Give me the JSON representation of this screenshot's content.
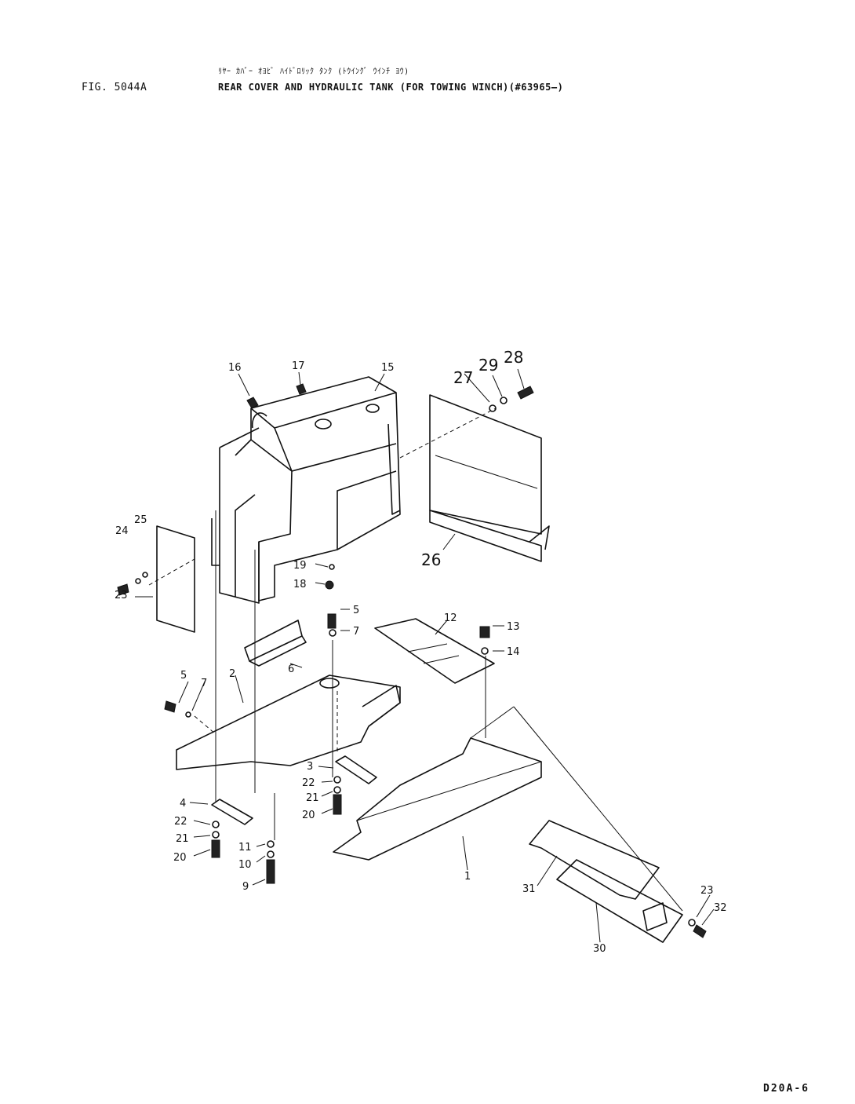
{
  "header": {
    "figure_number": "FIG. 5044A",
    "title_japanese": "ﾘﾔｰ ｶﾊﾞｰ ｵﾖﾋﾞ ﾊｲﾄﾞﾛﾘｯｸ ﾀﾝｸ (ﾄｳｲﾝｸﾞ ｳｲﾝﾁ ﾖｳ)",
    "title_english": "REAR COVER AND HYDRAULIC TANK (FOR TOWING WINCH)(#63965—)"
  },
  "footer": {
    "sheet_code": "D20A-6"
  },
  "callouts": {
    "c1": "1",
    "c2": "2",
    "c3": "3",
    "c4": "4",
    "c5a": "5",
    "c5b": "5",
    "c6": "6",
    "c7a": "7",
    "c7b": "7",
    "c9": "9",
    "c10": "10",
    "c11": "11",
    "c12": "12",
    "c13": "13",
    "c14": "14",
    "c15": "15",
    "c16": "16",
    "c17": "17",
    "c18": "18",
    "c19": "19",
    "c20a": "20",
    "c20b": "20",
    "c21a": "21",
    "c21b": "21",
    "c22a": "22",
    "c22b": "22",
    "c23a": "23",
    "c23b": "23",
    "c24": "24",
    "c25": "25",
    "c26": "26",
    "c27": "27",
    "c28": "28",
    "c29": "29",
    "c30": "30",
    "c31": "31",
    "c32": "32"
  }
}
